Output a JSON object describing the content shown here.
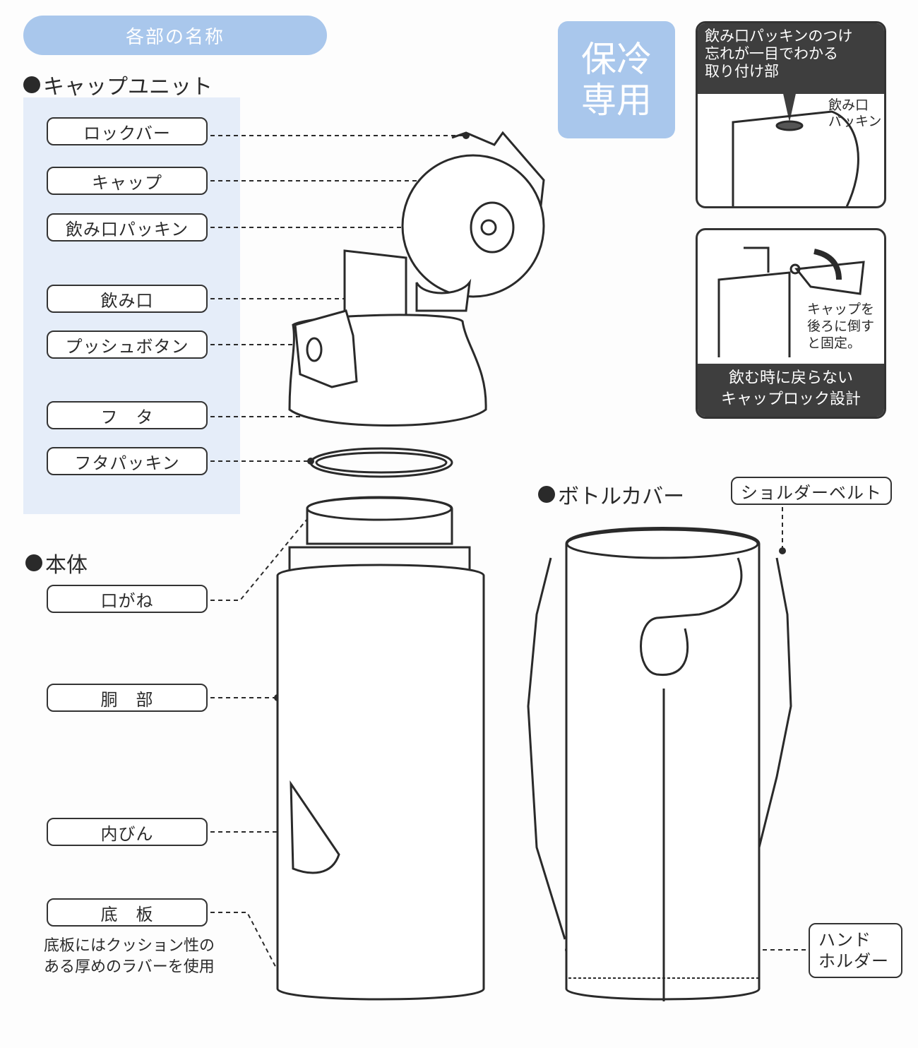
{
  "header": {
    "title": "各部の名称",
    "badge": "保冷\n専用"
  },
  "cap_unit": {
    "title": "キャップユニット",
    "labels": [
      "ロックバー",
      "キャップ",
      "飲み口パッキン",
      "飲み口",
      "プッシュボタン",
      "フ　タ",
      "フタパッキン"
    ]
  },
  "body_section": {
    "title": "本体",
    "labels": [
      "口がね",
      "胴　部",
      "内びん",
      "底　板"
    ],
    "bottom_note": "底板にはクッション性の\nある厚めのラバーを使用"
  },
  "cover_section": {
    "title": "ボトルカバー",
    "shoulder_belt": "ショルダーベルト",
    "hand_holder": "ハンド\nホルダー"
  },
  "card1": {
    "caption": "飲み口パッキンのつけ\n忘れが一目でわかる\n取り付け部",
    "callout": "飲み口\nパッキン"
  },
  "card2": {
    "note": "キャップを\n後ろに倒す\nと固定。",
    "caption": "飲む時に戻らない\nキャップロック設計"
  }
}
